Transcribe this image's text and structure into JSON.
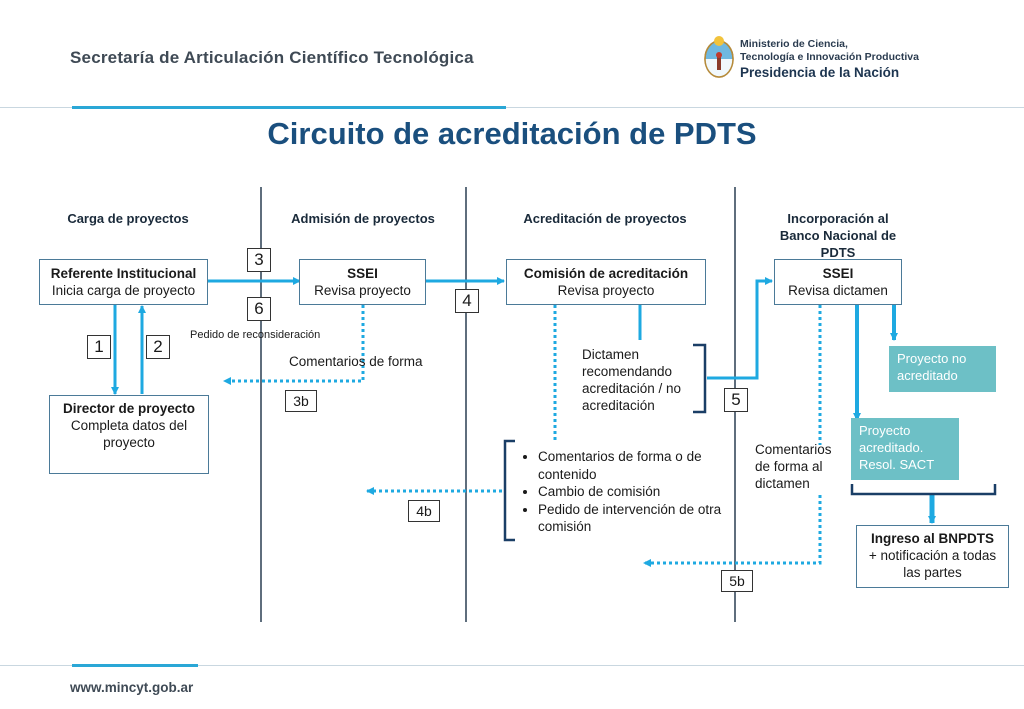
{
  "header": {
    "title": "Secretaría de Articulación Científico Tecnológica",
    "logo_line1": "Ministerio de Ciencia,",
    "logo_line2": "Tecnología e Innovación Productiva",
    "logo_line3": "Presidencia de la Nación"
  },
  "title": "Circuito de acreditación de PDTS",
  "lanes": [
    "Carga de proyectos",
    "Admisión de proyectos",
    "Acreditación de proyectos",
    "Incorporación al Banco Nacional de PDTS"
  ],
  "boxes": {
    "referente_title": "Referente Institucional",
    "referente_text": "Inicia carga de proyecto",
    "director_title": "Director de proyecto",
    "director_text": "Completa datos del proyecto",
    "ssei1_title": "SSEI",
    "ssei1_text": "Revisa proyecto",
    "comision_title": "Comisión de acreditación",
    "comision_text": "Revisa proyecto",
    "ssei2_title": "SSEI",
    "ssei2_text": "Revisa dictamen",
    "no_acreditado": "Proyecto no acreditado",
    "acreditado": "Proyecto acreditado. Resol. SACT",
    "ingreso_title": "Ingreso al BNPDTS",
    "ingreso_text": "+ notificación a todas las partes"
  },
  "steps": {
    "s1": "1",
    "s2": "2",
    "s3": "3",
    "s4": "4",
    "s5": "5",
    "s6": "6",
    "s3b": "3b",
    "s4b": "4b",
    "s5b": "5b"
  },
  "notes": {
    "reconsideracion": "Pedido de reconsideración",
    "comentarios_forma": "Comentarios de forma",
    "dictamen": "Dictamen recomendando acreditación / no acreditación",
    "comentarios_dictamen": "Comentarios de forma al dictamen"
  },
  "bullets": [
    "Comentarios de forma o de contenido",
    "Cambio de comisión",
    "Pedido de intervención de otra comisión"
  ],
  "footer": "www.mincyt.gob.ar",
  "colors": {
    "arrow": "#1ea9e1",
    "title": "#1a4f7e",
    "teal": "#6dc0c6",
    "bracket": "#1a3e66",
    "line": "#2a3e52"
  }
}
